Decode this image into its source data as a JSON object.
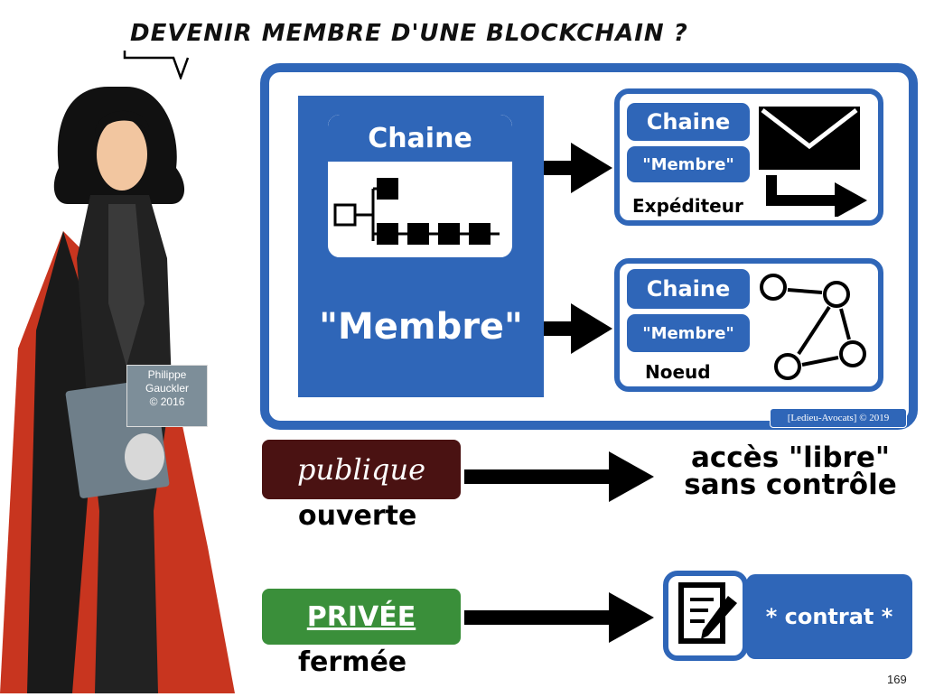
{
  "speech": {
    "question": "DEVENIR MEMBRE D'UNE BLOCKCHAIN ?"
  },
  "character": {
    "credit_line1": "Philippe",
    "credit_line2": "Gauckler",
    "credit_line3": "© 2016"
  },
  "main_diagram": {
    "left_panel": {
      "chain_label": "Chaine",
      "member_label": "\"Membre\""
    },
    "top_right": {
      "chain_label": "Chaine",
      "member_label": "\"Membre\"",
      "role_label": "Expéditeur"
    },
    "bottom_right": {
      "chain_label": "Chaine",
      "member_label": "\"Membre\"",
      "role_label": "Noeud"
    },
    "copyright": "[Ledieu-Avocats] © 2019"
  },
  "public_row": {
    "badge": "publique",
    "subtitle": "ouverte",
    "result_line1": "accès \"libre\"",
    "result_line2": "sans contrôle"
  },
  "private_row": {
    "badge": "PRIVÉE",
    "subtitle": "fermée",
    "result_label": "* contrat *"
  },
  "page_number": "169",
  "colors": {
    "blue": "#2f66b8",
    "dark_red": "#4a1212",
    "green": "#3a8f3a",
    "black": "#000000"
  }
}
